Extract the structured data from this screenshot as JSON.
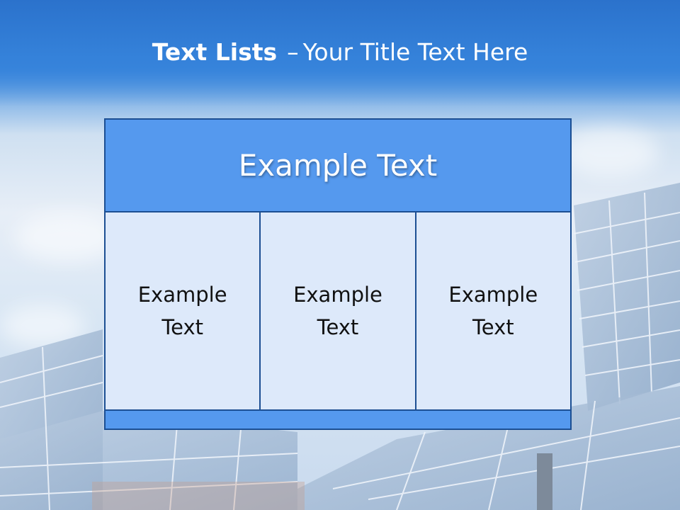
{
  "slide": {
    "title_bold": "Text Lists",
    "title_dash": "–",
    "title_rest": "Your Title Text Here"
  },
  "box": {
    "header_text": "Example Text",
    "columns": [
      {
        "text": "Example Text"
      },
      {
        "text": "Example Text"
      },
      {
        "text": "Example Text"
      }
    ]
  },
  "colors": {
    "title_bar": "#2e7bd6",
    "header_fill": "#5599ee",
    "column_fill": "#dde9fa",
    "border": "#1c4f93"
  },
  "icons": [
    "solar-panel-background-image"
  ]
}
